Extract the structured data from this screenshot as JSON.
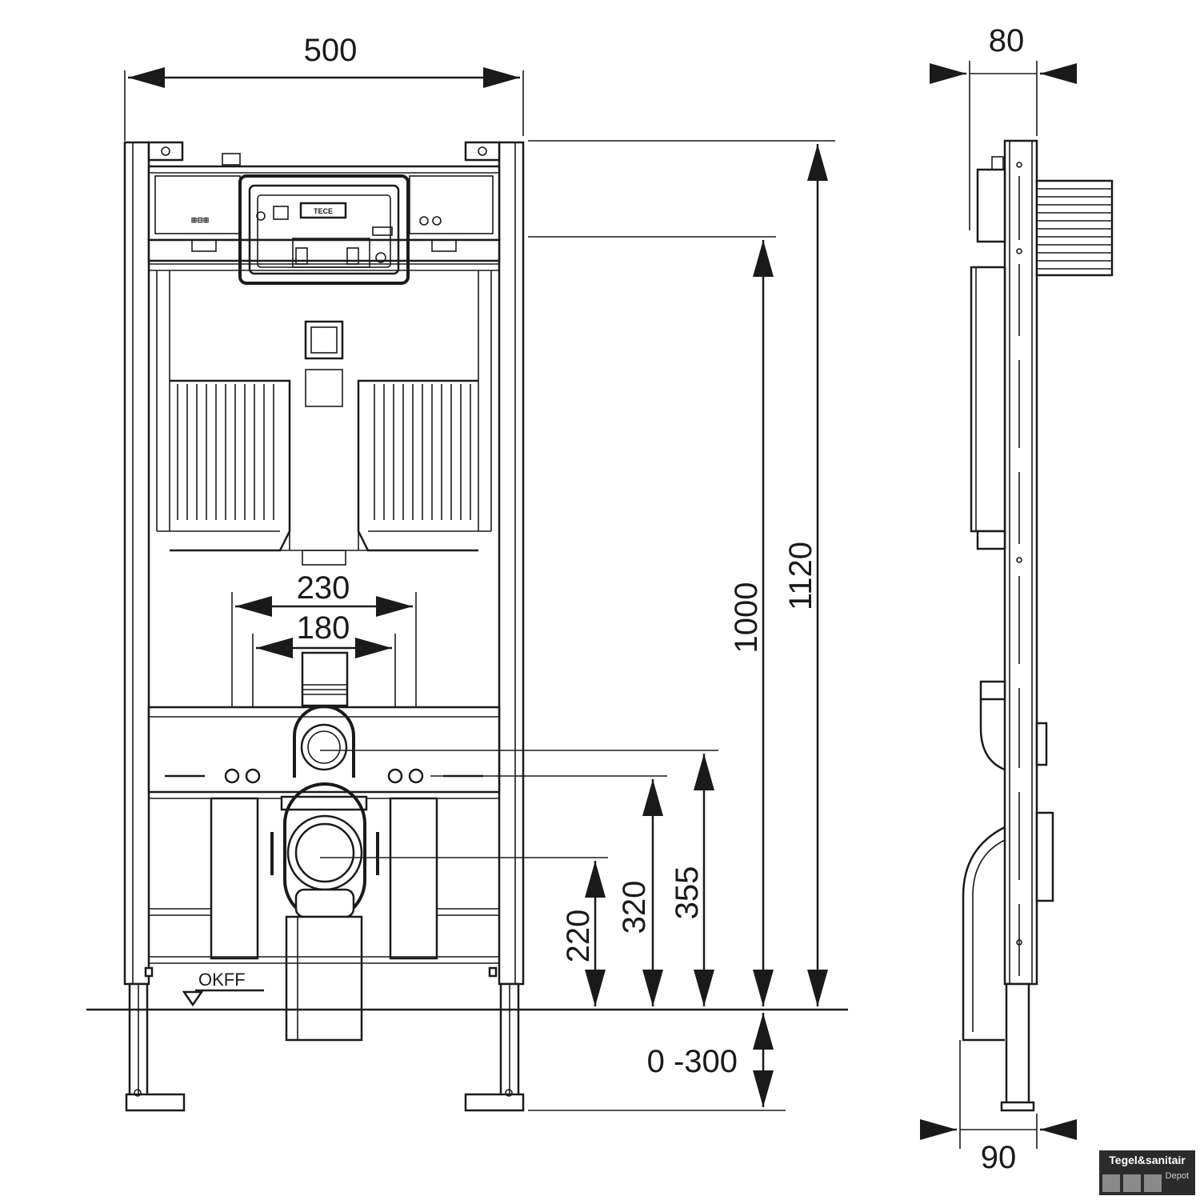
{
  "drawing": {
    "front_view": {
      "width_label": "500",
      "height_total_label": "1120",
      "height_button_label": "1000",
      "bolt_spacing_outer_label": "230",
      "bolt_spacing_inner_label": "180",
      "bolt_height_label": "355",
      "supply_height_label": "320",
      "drain_height_label": "220",
      "floor_label": "OKFF",
      "adjust_range_label": "0 -300",
      "brand_text": "TECE"
    },
    "side_view": {
      "top_depth_label": "80",
      "bottom_depth_label": "90"
    }
  },
  "watermark": {
    "title": "Tegel&sanitair",
    "subtitle": "Depot"
  }
}
